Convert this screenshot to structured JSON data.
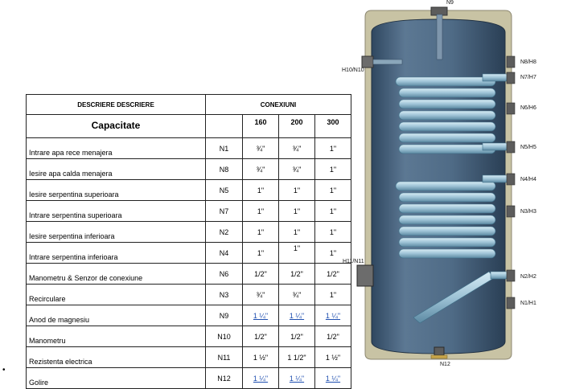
{
  "table": {
    "header_left": "DESCRIERE DESCRIERE",
    "header_right": "CONEXIUNI",
    "capacity_label": "Capacitate",
    "capacities": [
      "160",
      "200",
      "300"
    ],
    "rows": [
      {
        "name": "Intrare apa rece menajera",
        "code": "N1",
        "v160": "¾\"",
        "v200": "¾\"",
        "v300": "1\""
      },
      {
        "name": "Iesire apa calda menajera",
        "code": "N8",
        "v160": "¾\"",
        "v200": "¾\"",
        "v300": "1\""
      },
      {
        "name": "Iesire serpentina superioara",
        "code": "N5",
        "v160": "1\"",
        "v200": "1\"",
        "v300": "1\""
      },
      {
        "name": "Intrare serpentina superioara",
        "code": "N7",
        "v160": "1\"",
        "v200": "1\"",
        "v300": "1\""
      },
      {
        "name": "Iesire serpentina inferioara",
        "code": "N2",
        "v160": "1\"",
        "v200": "1\"",
        "v300": "1\""
      },
      {
        "name": "Intrare serpentina inferioara",
        "code": "N4",
        "v160": "1\"",
        "v200": "1\"",
        "v300": "1\""
      },
      {
        "name": "Manometru & Senzor de conexiune",
        "code": "N6",
        "v160": "1/2\"",
        "v200": "1/2\"",
        "v300": "1/2\""
      },
      {
        "name": "Recirculare",
        "code": "N3",
        "v160": "¾\"",
        "v200": "¾\"",
        "v300": "1\""
      },
      {
        "name": "Anod de magnesiu",
        "code": "N9",
        "v160": "1 ¼\"",
        "v200": "1 ¼\"",
        "v300": "1 ¼\""
      },
      {
        "name": "Manometru",
        "code": "N10",
        "v160": "1/2\"",
        "v200": "1/2\"",
        "v300": "1/2\""
      },
      {
        "name": "Rezistenta electrica",
        "code": "N11",
        "v160": "1 ½\"",
        "v200": "1 1/2\"",
        "v300": "1 ½\""
      },
      {
        "name": "Golire",
        "code": "N12",
        "v160": "1 ¼\"",
        "v200": "1 ¼\"",
        "v300": "1 ¼\""
      }
    ]
  },
  "bullet": "•",
  "diagram": {
    "labels": {
      "n9": "N9",
      "n8": "N8/H8",
      "n10": "H10/N10",
      "n7": "N7/H7",
      "n6": "N6/H6",
      "n5": "N5/H5",
      "n4": "N4/H4",
      "n3": "N3/H3",
      "n11": "H11/N11",
      "n2": "N2/H2",
      "n1": "N1/H1",
      "n12": "N12"
    },
    "colors": {
      "tank_body": "#4f6b86",
      "tank_frame": "#c8c3a4",
      "coil": "#9ec3d6",
      "fitting": "#5c5c5c"
    }
  }
}
